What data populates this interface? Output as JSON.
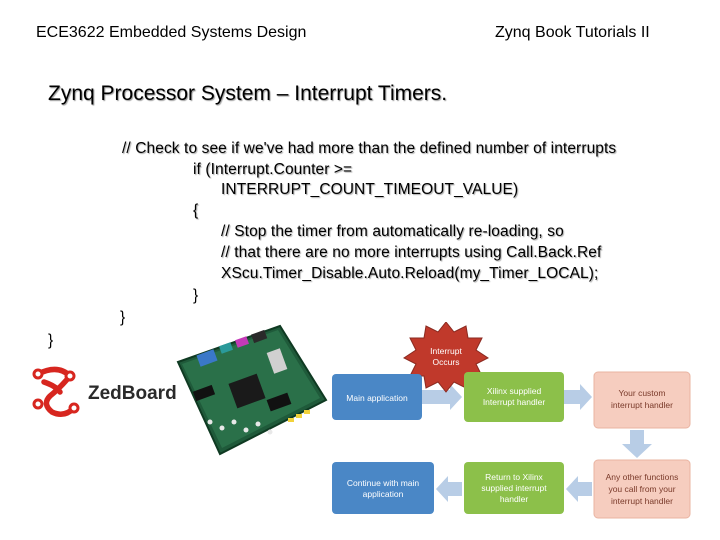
{
  "header": {
    "course": "ECE3622 Embedded Systems Design",
    "topic": "Zynq Book Tutorials II"
  },
  "slide": {
    "title": "Zynq Processor System – Interrupt Timers."
  },
  "code": {
    "lines": [
      "// Check to see if we've had more than the defined number of interrupts",
      "if (Interrupt.Counter >=",
      "INTERRUPT_COUNT_TIMEOUT_VALUE)",
      "{",
      "// Stop the timer from automatically re-loading, so",
      "// that there are no more interrupts using Call.Back.Ref",
      "XScu.Timer_Disable.Auto.Reload(my_Timer_LOCAL);",
      "}",
      "}",
      "}"
    ]
  },
  "logo": {
    "text": "ZedBoard",
    "mark_color": "#d7261f"
  },
  "diagram": {
    "starburst_label_1": "Interrupt",
    "starburst_label_2": "Occurs",
    "boxes": {
      "main_application": "Main application",
      "xilinx_handler_1": "Xilinx supplied",
      "xilinx_handler_2": "Interrupt handler",
      "custom_handler_1": "Your custom",
      "custom_handler_2": "interrupt handler",
      "continue_main_1": "Continue with main",
      "continue_main_2": "application",
      "return_xilinx_1": "Return to Xilinx",
      "return_xilinx_2": "supplied interrupt",
      "return_xilinx_3": "handler",
      "other_functions_1": "Any other functions",
      "other_functions_2": "you call from your",
      "other_functions_3": "interrupt handler"
    },
    "colors": {
      "blue": "#4a87c6",
      "green": "#8cc04a",
      "peach": "#f6cdbf",
      "starburst": "#c0392b",
      "arrow": "#b8cde6"
    }
  }
}
